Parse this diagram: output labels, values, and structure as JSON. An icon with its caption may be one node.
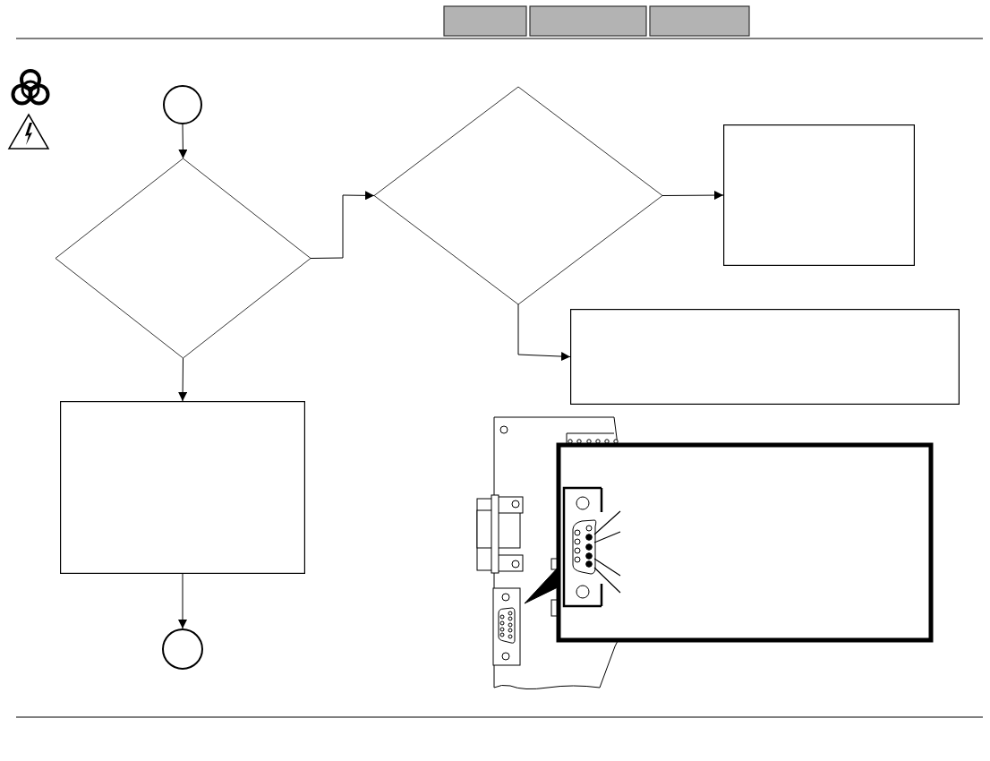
{
  "diagram": {
    "nodes": [
      {
        "text": [],
        "shape": "circle"
      },
      {
        "text": [],
        "shape": "diamond"
      },
      {
        "text": [],
        "shape": "diamond"
      },
      {
        "text": [],
        "shape": "box"
      },
      {
        "text": [],
        "shape": "box"
      },
      {
        "text": [],
        "shape": "box"
      },
      {
        "text": [],
        "shape": "circle"
      }
    ],
    "edges": [
      {
        "from": 0,
        "to": 1,
        "arrow": "to"
      },
      {
        "from": 1,
        "to": 2,
        "arrow": "to"
      },
      {
        "from": 1,
        "to": 5,
        "arrow": "to"
      },
      {
        "from": 2,
        "to": 3,
        "arrow": "to"
      },
      {
        "from": 2,
        "to": 4,
        "arrow": "to"
      },
      {
        "from": 5,
        "to": 6,
        "arrow": "to"
      }
    ]
  }
}
